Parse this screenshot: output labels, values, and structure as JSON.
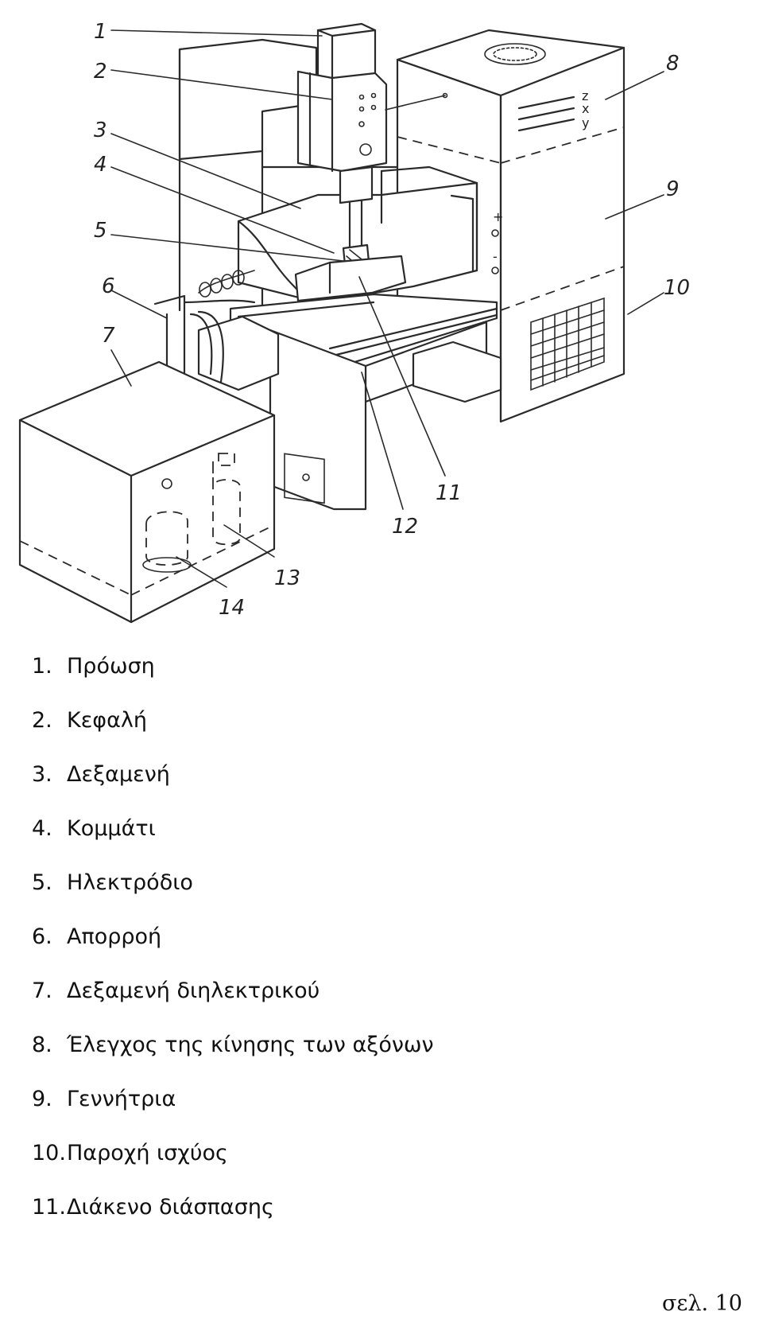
{
  "figure": {
    "callouts": [
      "1",
      "2",
      "3",
      "4",
      "5",
      "6",
      "7",
      "8",
      "9",
      "10",
      "11",
      "12",
      "13",
      "14"
    ],
    "axis_letters": [
      "z",
      "x",
      "y"
    ],
    "terminals": [
      "+",
      "-"
    ]
  },
  "legend": [
    {
      "num": "1.",
      "label": "Πρόωση"
    },
    {
      "num": "2.",
      "label": "Κεφαλή"
    },
    {
      "num": "3.",
      "label": "Δεξαμενή"
    },
    {
      "num": "4.",
      "label": "Κομμάτι"
    },
    {
      "num": "5.",
      "label": "Ηλεκτρόδιο"
    },
    {
      "num": "6.",
      "label": "Απορροή"
    },
    {
      "num": "7.",
      "label": "Δεξαμενή διηλεκτρικού"
    },
    {
      "num": "8.",
      "label": "Έλεγχος της κίνησης των αξόνων"
    },
    {
      "num": "9.",
      "label": "Γεννήτρια"
    },
    {
      "num": "10.",
      "label": "Παροχή ισχύος"
    },
    {
      "num": "11.",
      "label": "Διάκενο διάσπασης"
    }
  ],
  "page_number": "σελ. 10"
}
